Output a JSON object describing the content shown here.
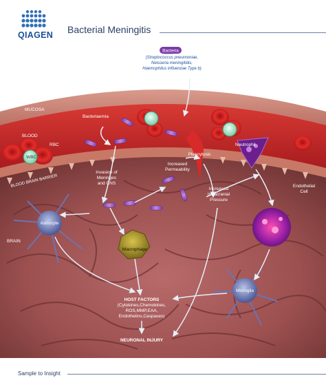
{
  "header": {
    "logo_text": "QIAGEN",
    "title": "Bacterial Meningitis"
  },
  "labels": {
    "bacteria_tag": "Bacteria",
    "bacteria_line1": "(Streptococcus pneumoniae,",
    "bacteria_line2": "Neisseria meningitidis,",
    "bacteria_line3": "Haemophilus influenzae Type b)",
    "mucosa": "MUCOSA",
    "blood": "BLOOD",
    "rbc": "RBC",
    "wbc": "WBC",
    "bacteriaemia": "Bacteriaemia",
    "neutrophil": "Neutrophil",
    "bbb": "BLOOD BRAIN BARRIER",
    "invasion_1": "Invasion of",
    "invasion_2": "Meninges",
    "invasion_3": "and CNS",
    "pleocytosis": "Pleocytosis",
    "permeability_1": "Increased",
    "permeability_2": "Permeability",
    "pressure_1": "Increased",
    "pressure_2": "Intracranial",
    "pressure_3": "Pressure",
    "endothelial_1": "Endothelial",
    "endothelial_2": "Cell",
    "brain": "BRAIN",
    "astrocyte": "Astrocyte",
    "macrophage": "Macrophage",
    "microglia": "Microglia",
    "host_1": "HOST FACTORS",
    "host_2": "(Cytokines,Chemokines,",
    "host_3": "ROS,MMP,EAA,",
    "host_4": "Endothelins,Caspases)",
    "neuronal": "NEURONAL INJURY"
  },
  "footer": {
    "tagline": "Sample to Insight"
  },
  "colors": {
    "brand_blue": "#1b4f9c",
    "blood": "#c41a20",
    "brain": "#a4595a",
    "bacteria": "#9a5cc4",
    "arrow": "#dfe9f4"
  }
}
